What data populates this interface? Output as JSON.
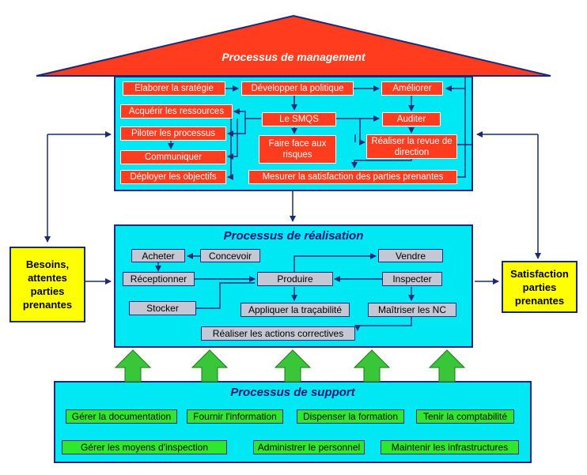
{
  "management": {
    "title": "Processus de management",
    "boxes": {
      "elaborer": "Elaborer la sratégie",
      "developper": "Développer la politique",
      "ameliorer": "Améliorer",
      "acquerir": "Acquérir les ressources",
      "smqs": "Le SMQS",
      "auditer": "Auditer",
      "piloter": "Piloter les processus",
      "faire_face": "Faire face aux risques",
      "revue": "Réaliser la revue de direction",
      "communiquer": "Communiquer",
      "deployer": "Déployer les objectifs",
      "mesurer": "Mesurer la satisfaction des parties prenantes"
    }
  },
  "realisation": {
    "title": "Processus de réalisation",
    "boxes": {
      "acheter": "Acheter",
      "concevoir": "Concevoir",
      "vendre": "Vendre",
      "receptionner": "Réceptionner",
      "produire": "Produire",
      "inspecter": "Inspecter",
      "stocker": "Stocker",
      "tracabilite": "Appliquer la traçabilité",
      "maitriser": "Maîtriser les NC",
      "actions": "Réaliser les actions correctives"
    }
  },
  "support": {
    "title": "Processus de support",
    "boxes": {
      "documentation": "Gérer la documentation",
      "information": "Fournir l'information",
      "formation": "Dispenser la formation",
      "comptabilite": "Tenir la comptabilité",
      "inspection": "Gérer les moyens d'inspection",
      "personnel": "Administrer le personnel",
      "infrastructures": "Maintenir les infrastructures"
    }
  },
  "besoins": "Besoins, attentes parties prenantes",
  "satisfaction": "Satisfaction parties prenantes",
  "colors": {
    "roof": "#ff3c1e",
    "panel": "#00e8f4",
    "management_box": "#ff3c1e",
    "realisation_box": "#c4c8d4",
    "support_box": "#2ee82e",
    "stakeholder_box": "#ffff00",
    "lines": "#1a2a78",
    "support_arrows": "#39c639"
  }
}
